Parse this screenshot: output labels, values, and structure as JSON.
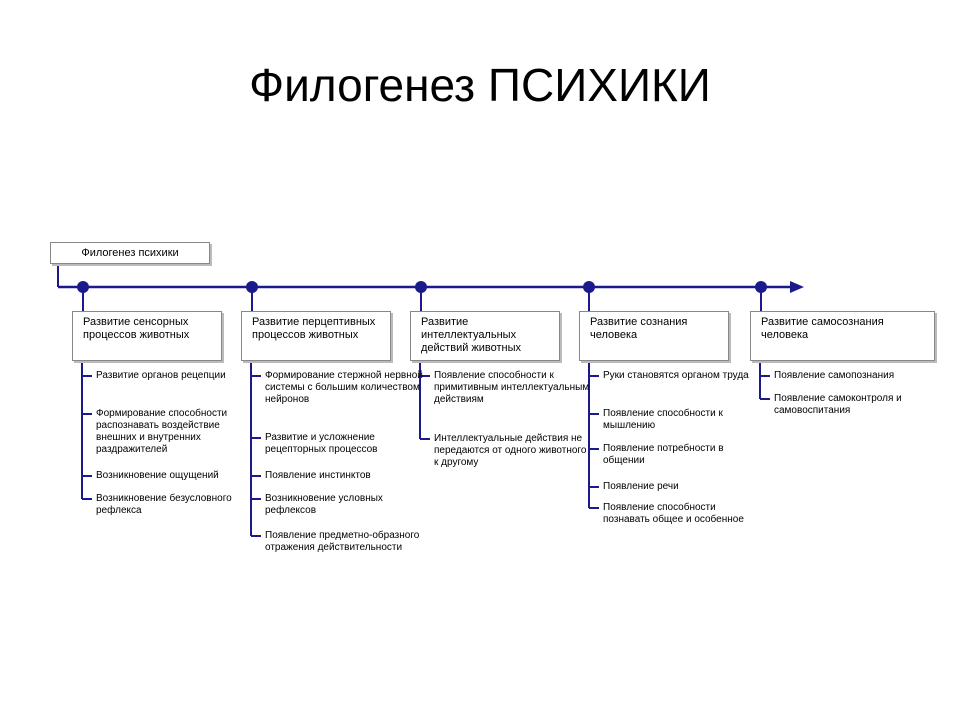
{
  "title": "Филогенез ПСИХИКИ",
  "root": "Филогенез психики",
  "colors": {
    "axis": "#1a1a8c",
    "lines": "#1a1a8c"
  },
  "branches": [
    {
      "label": "Развитие сенсорных процессов животных",
      "items": [
        "Развитие органов рецепции",
        "Формирование способности распознавать воздействие внешних и внутренних раздражителей",
        "Возникновение ощущений",
        "Возникновение безусловного рефлекса"
      ]
    },
    {
      "label": "Развитие перцептивных процессов животных",
      "items": [
        "Формирование стержной нервной системы с большим количеством нейронов",
        "Развитие и усложнение рецепторных процессов",
        "Появление инстинктов",
        "Возникновение условных рефлексов",
        "Появление предметно-образного отражения действительности"
      ]
    },
    {
      "label": "Развитие интеллектуальных действий животных",
      "items": [
        "Появление способности к примитивным интеллектуальным действиям",
        "Интеллектуальные действия не передаются от одного животного к другому"
      ]
    },
    {
      "label": "Развитие сознания человека",
      "items": [
        "Руки становятся органом труда",
        "Появление способности к мышлению",
        "Появление потребности в общении",
        "Появление речи",
        "Появление способности познавать общее и особенное"
      ]
    },
    {
      "label": "Развитие самосознания человека",
      "items": [
        "Появление самопознания",
        "Появление самоконтроля и самовоспитания"
      ]
    }
  ]
}
